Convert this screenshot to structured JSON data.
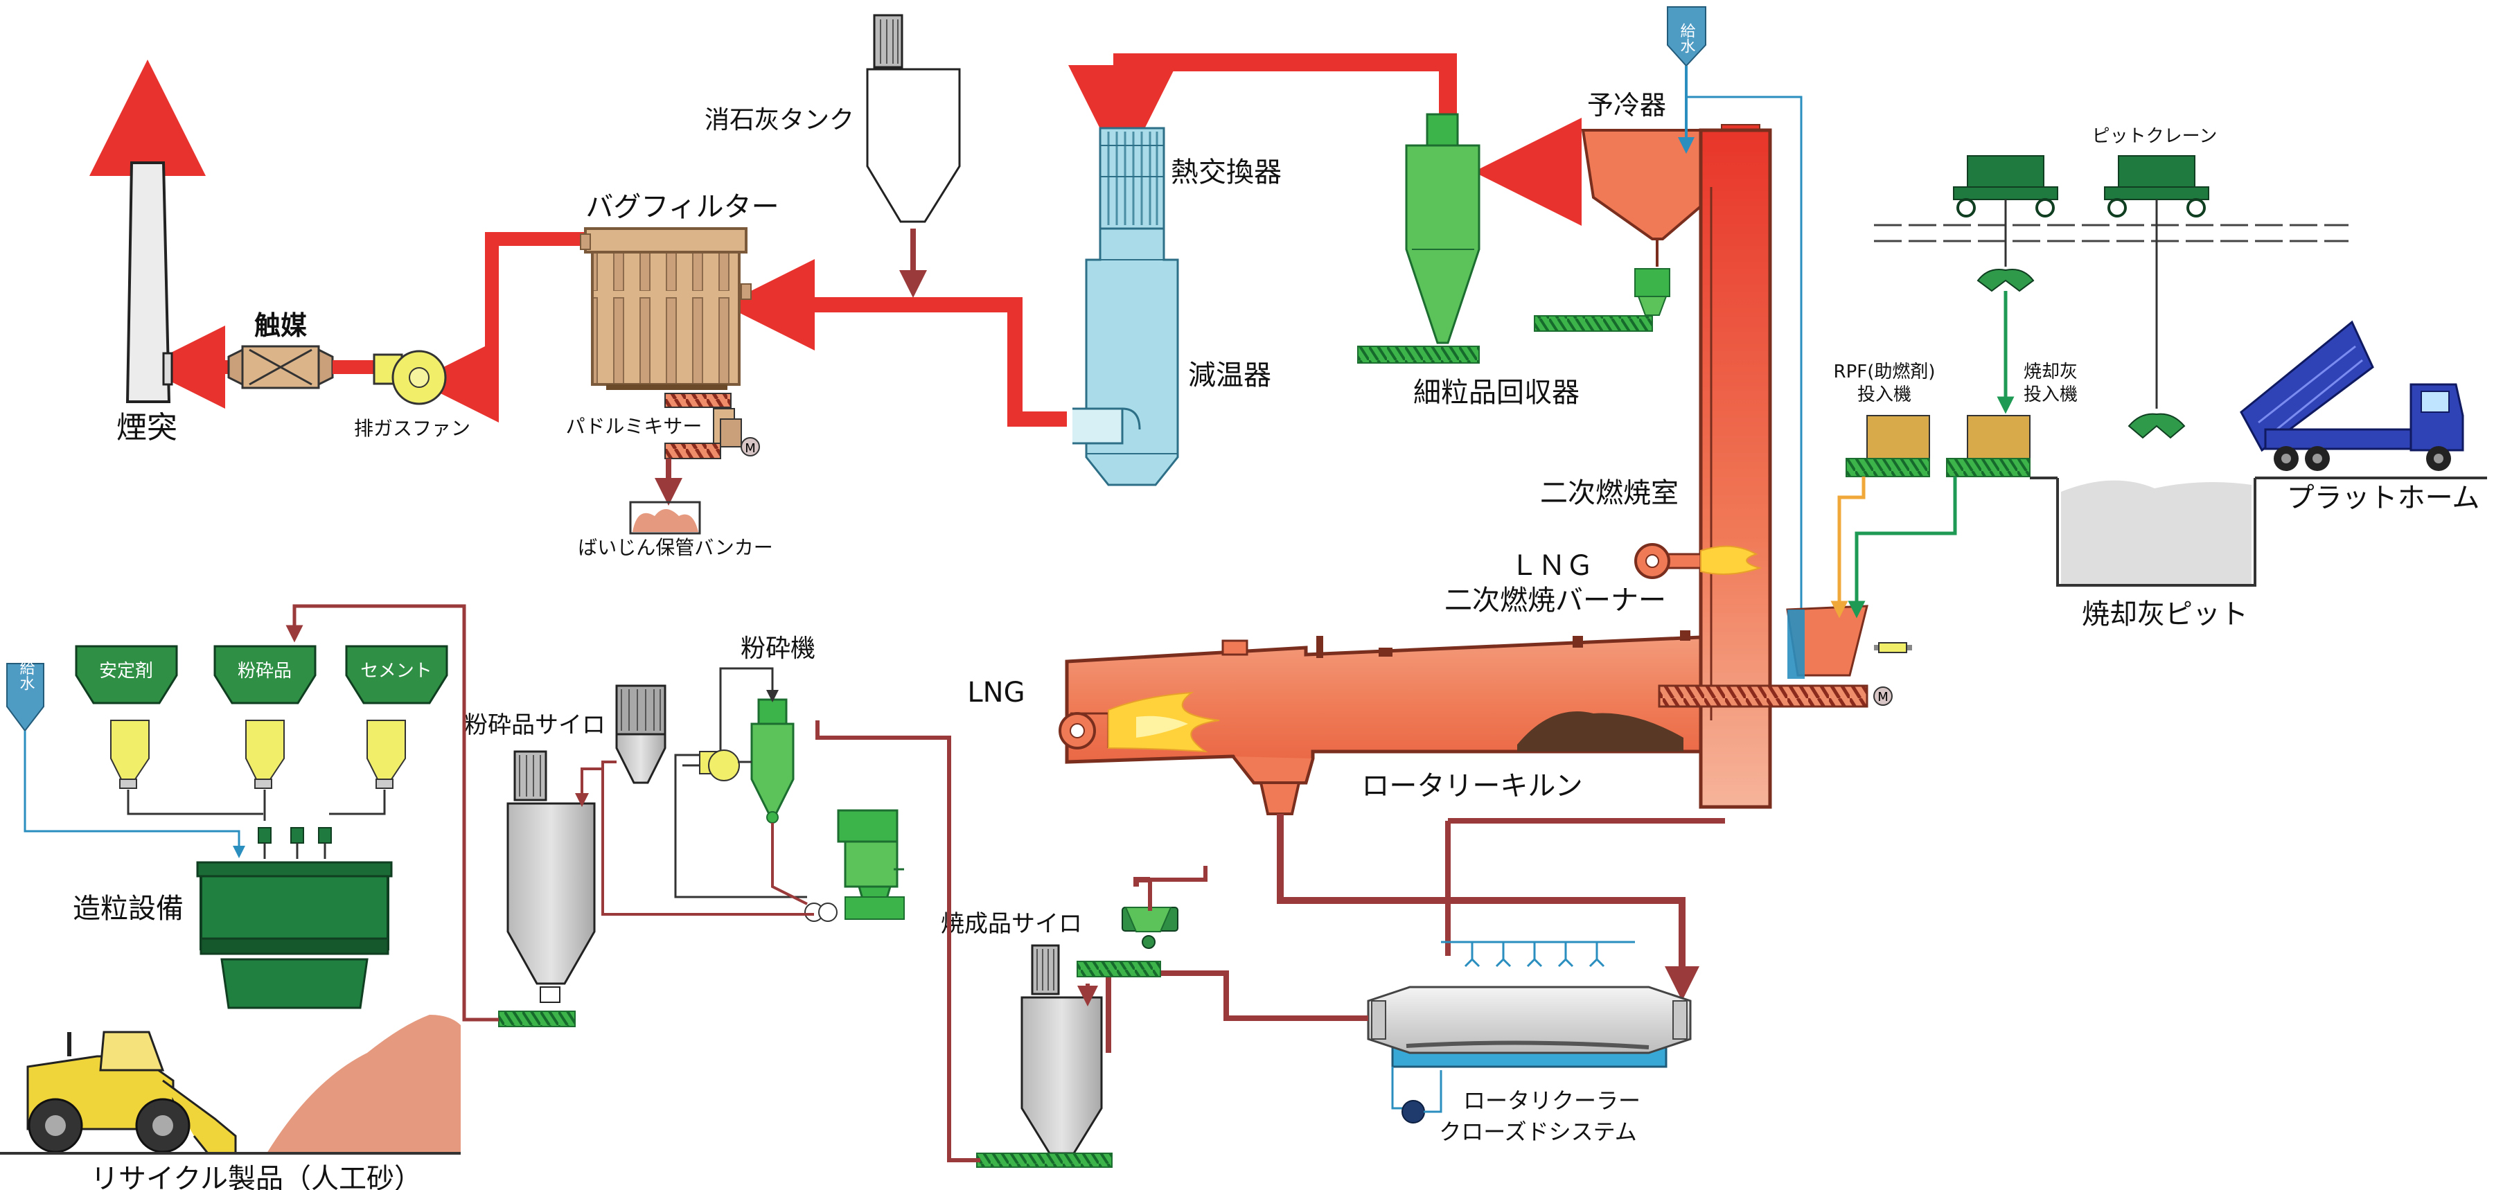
{
  "labels": {
    "sekkai_tank": "消石灰タンク",
    "bag_filter": "バグフィルター",
    "netsu_koukanki": "熱交換器",
    "yoreiki": "予冷器",
    "kyusui_top": "給水",
    "pit_crane": "ピットクレーン",
    "shokubai": "触媒",
    "entotsu": "煙突",
    "hai_gas_fan": "排ガスファン",
    "paddle_mixer": "パドルミキサー",
    "baijin_bunker": "ばいじん保管バンカー",
    "genonki": "減温器",
    "sairyu_kaishuki": "細粒品回収器",
    "rpf_line1": "RPF(助燃剤)",
    "rpf_line2": "投入機",
    "shoukyakubai_line1": "焼却灰",
    "shoukyakubai_line2": "投入機",
    "platform": "プラットホーム",
    "niji_nenshoushitsu": "二次燃焼室",
    "lng_burner_line1": "ＬＮＧ",
    "lng_burner_line2": "二次燃焼バーナー",
    "shoukyakubai_pit": "焼却灰ピット",
    "kyusui_left": "給水",
    "anteizai": "安定剤",
    "funsaihin": "粉砕品",
    "cement": "セメント",
    "funsaiki": "粉砕機",
    "funsaihin_silo": "粉砕品サイロ",
    "lng_kiln": "LNG",
    "rotary_kiln": "ロータリーキルン",
    "zouryu_setsubi": "造粒設備",
    "shouseihin_silo": "焼成品サイロ",
    "cooler_line1": "ロータリクーラー",
    "cooler_line2": "クローズドシステム",
    "recycle_product": "リサイクル製品（人工砂）",
    "motor_symbol": "M"
  },
  "colors": {
    "gas_flow": "#e8322d",
    "material_flow": "#9b3a3a",
    "green_equipment": "#3cb44a",
    "dark_green": "#1e7a3e",
    "kiln_orange": "#ef7a55",
    "bag_filter_tan": "#dcb48a",
    "cooler_blue": "#38a9d6",
    "hex_blue": "#a9dbe8",
    "yellow_hopper": "#f1ee6a",
    "bin_tan": "#d9aa4a",
    "truck_blue": "#2f42b6",
    "sand_pink": "#e59a80"
  }
}
